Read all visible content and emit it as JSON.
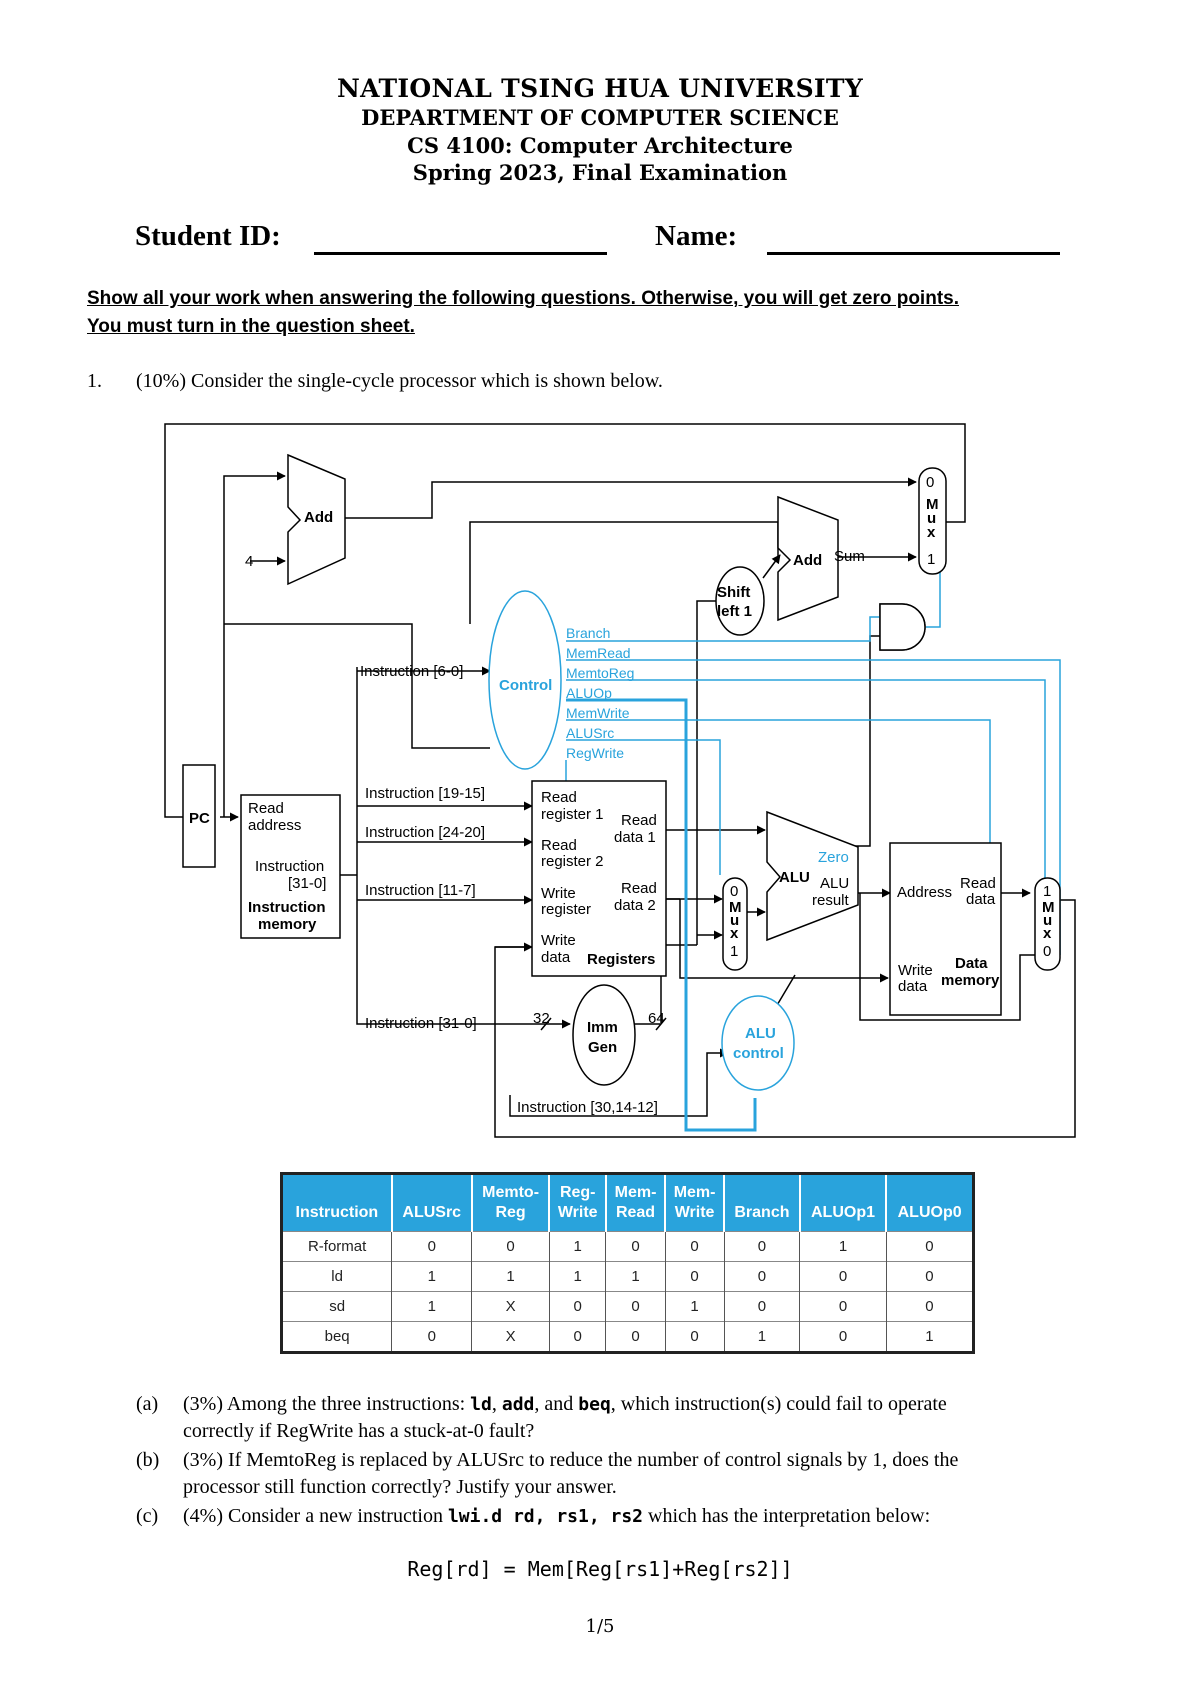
{
  "header": {
    "university": "NATIONAL TSING HUA UNIVERSITY",
    "department": "DEPARTMENT OF COMPUTER SCIENCE",
    "course": "CS 4100: Computer Architecture",
    "exam": "Spring 2023, Final Examination"
  },
  "student": {
    "id_label": "Student ID:",
    "name_label": "Name:"
  },
  "instructions": {
    "line1": "Show all your work when answering the following questions. Otherwise, you will get zero points.",
    "line2": "You must turn in the question sheet."
  },
  "question1": {
    "number": "1.",
    "text": "(10%) Consider the single-cycle processor which is shown below."
  },
  "diagram": {
    "add1": "Add",
    "four": "4",
    "add2": "Add",
    "sum": "Sum",
    "mux_top": [
      "0",
      "M",
      "u",
      "x",
      "1"
    ],
    "shift": [
      "Shift",
      "left 1"
    ],
    "control": "Control",
    "signals": [
      "Branch",
      "MemRead",
      "MemtoReg",
      "ALUOp",
      "MemWrite",
      "ALUSrc",
      "RegWrite"
    ],
    "instr_60": "Instruction [6-0]",
    "pc": "PC",
    "imem": [
      "Read",
      "address",
      "Instruction",
      "[31-0]",
      "Instruction",
      "memory"
    ],
    "instr_1915": "Instruction [19-15]",
    "instr_2420": "Instruction [24-20]",
    "instr_117": "Instruction [11-7]",
    "instr_310": "Instruction [31-0]",
    "regs": [
      "Read",
      "register 1",
      "Read",
      "register 2",
      "Write",
      "register",
      "Write",
      "data",
      "Read",
      "data 1",
      "Read",
      "data 2",
      "Registers"
    ],
    "mux_alu": [
      "0",
      "M",
      "u",
      "x",
      "1"
    ],
    "alu": [
      "ALU",
      "Zero",
      "ALU",
      "result"
    ],
    "dmem": [
      "Address",
      "Read",
      "data",
      "Write",
      "data",
      "Data",
      "memory"
    ],
    "mux_mem": [
      "1",
      "M",
      "u",
      "x",
      "0"
    ],
    "imm": [
      "Imm",
      "Gen"
    ],
    "w32": "32",
    "w64": "64",
    "aluctl": [
      "ALU",
      "control"
    ],
    "instr_3014": "Instruction [30,14-12]"
  },
  "table": {
    "headers": [
      [
        "",
        "Instruction"
      ],
      [
        "",
        "ALUSrc"
      ],
      [
        "Memto-",
        "Reg"
      ],
      [
        "Reg-",
        "Write"
      ],
      [
        "Mem-",
        "Read"
      ],
      [
        "Mem-",
        "Write"
      ],
      [
        "",
        "Branch"
      ],
      [
        "",
        "ALUOp1"
      ],
      [
        "",
        "ALUOp0"
      ]
    ],
    "rows": [
      [
        "R-format",
        "0",
        "0",
        "1",
        "0",
        "0",
        "0",
        "1",
        "0"
      ],
      [
        "ld",
        "1",
        "1",
        "1",
        "1",
        "0",
        "0",
        "0",
        "0"
      ],
      [
        "sd",
        "1",
        "X",
        "0",
        "0",
        "1",
        "0",
        "0",
        "0"
      ],
      [
        "beq",
        "0",
        "X",
        "0",
        "0",
        "0",
        "1",
        "0",
        "1"
      ]
    ]
  },
  "parts": {
    "a": {
      "label": "(a)",
      "pre": "(3%) Among the three instructions: ",
      "c1": "ld",
      "s1": ", ",
      "c2": "add",
      "s2": ", and ",
      "c3": "beq",
      "post": ", which instruction(s) could fail to operate",
      "line2": "correctly if RegWrite has a stuck-at-0 fault?"
    },
    "b": {
      "label": "(b)",
      "line1": "(3%) If MemtoReg is replaced by ALUSrc to reduce the number of control signals by 1, does the",
      "line2": "processor still function correctly? Justify your answer."
    },
    "c": {
      "label": "(c)",
      "pre": "(4%) Consider a new instruction ",
      "code": "lwi.d rd, rs1, rs2",
      "post": " which has the interpretation below:"
    },
    "formula": "Reg[rd] = Mem[Reg[rs1]+Reg[rs2]]"
  },
  "footer": {
    "page": "1/5"
  }
}
